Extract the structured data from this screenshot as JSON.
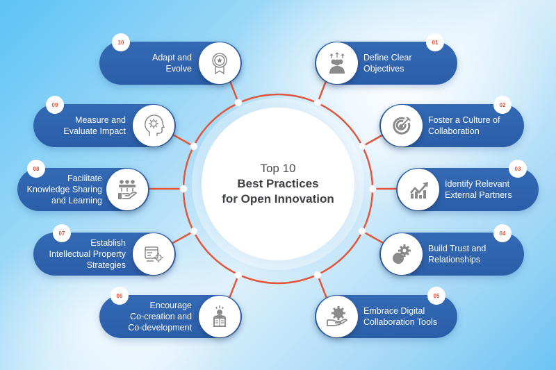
{
  "center": {
    "line1": "Top 10",
    "line2": "Best Practices",
    "line3": "for Open Innovation"
  },
  "colors": {
    "pill": "#2f64ae",
    "connector": "#e4553a",
    "badge_text": "#e4553a",
    "icon": "#8a8a8a",
    "center_text": "#3e4045"
  },
  "items": [
    {
      "number": "01",
      "line1": "Define Clear",
      "line2": "Objectives",
      "line3": "",
      "icon": "team-goals-icon"
    },
    {
      "number": "02",
      "line1": "Foster a Culture of",
      "line2": "Collaboration",
      "line3": "",
      "icon": "target-icon"
    },
    {
      "number": "03",
      "line1": "Identify Relevant",
      "line2": "External Partners",
      "line3": "",
      "icon": "growth-chart-icon"
    },
    {
      "number": "04",
      "line1": "Build Trust and",
      "line2": "Relationships",
      "line3": "",
      "icon": "gear-ball-icon"
    },
    {
      "number": "05",
      "line1": "Embrace Digital",
      "line2": "Collaboration Tools",
      "line3": "",
      "icon": "hand-gear-icon"
    },
    {
      "number": "06",
      "line1": "Encourage",
      "line2": "Co-creation and",
      "line3": "Co-development",
      "icon": "reader-book-icon"
    },
    {
      "number": "07",
      "line1": "Establish",
      "line2": "Intellectual Property",
      "line3": "Strategies",
      "icon": "browser-gear-icon"
    },
    {
      "number": "08",
      "line1": "Facilitate",
      "line2": "Knowledge Sharing",
      "line3": "and Learning",
      "icon": "people-hand-icon"
    },
    {
      "number": "09",
      "line1": "Measure and",
      "line2": "Evaluate Impact",
      "line3": "",
      "icon": "head-gear-icon"
    },
    {
      "number": "10",
      "line1": "Adapt and",
      "line2": "Evolve",
      "line3": "",
      "icon": "award-ribbon-icon"
    }
  ]
}
